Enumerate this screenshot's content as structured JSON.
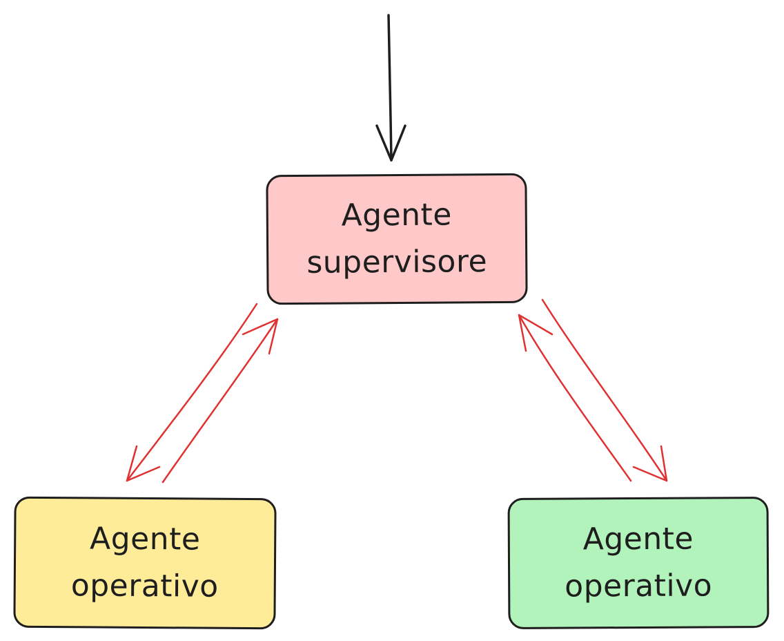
{
  "diagram": {
    "nodes": [
      {
        "id": "supervisor",
        "label": "Agente\nsupervisore",
        "fill": "#ffc9c9"
      },
      {
        "id": "op_left",
        "label": "Agente\noperativo",
        "fill": "#ffec99"
      },
      {
        "id": "op_right",
        "label": "Agente\noperativo",
        "fill": "#b2f2bb"
      }
    ],
    "edges": [
      {
        "from": "input",
        "to": "supervisor",
        "color": "#1e1e1e"
      },
      {
        "from": "supervisor",
        "to": "op_left",
        "color": "#e03131"
      },
      {
        "from": "op_left",
        "to": "supervisor",
        "color": "#e03131"
      },
      {
        "from": "supervisor",
        "to": "op_right",
        "color": "#e03131"
      },
      {
        "from": "op_right",
        "to": "supervisor",
        "color": "#e03131"
      }
    ]
  }
}
